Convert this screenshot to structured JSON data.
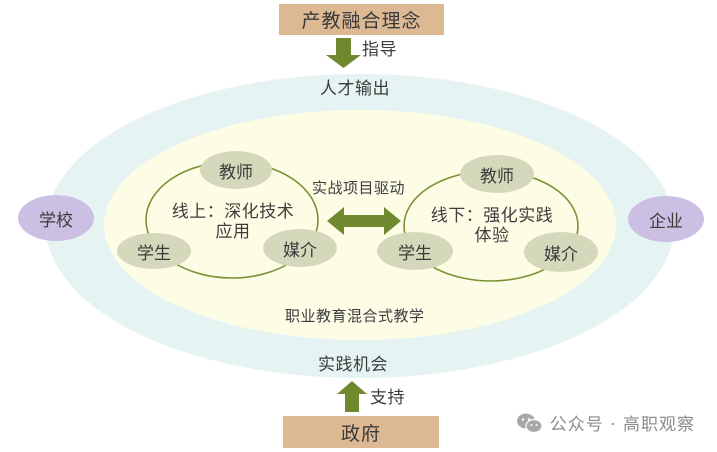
{
  "colors": {
    "outer_ellipse": "#e5f4f2",
    "inner_ellipse": "#fdfde6",
    "box_fill": "#dcb893",
    "arrow_green": "#6f8a2e",
    "circle_stroke": "#7b9136",
    "node_fill": "#d6d8bc",
    "side_node_fill": "#cbc0e3"
  },
  "top_box": {
    "label": "产教融合理念"
  },
  "top_arrow": {
    "label": "指导",
    "icon": "arrow-down-icon"
  },
  "outer_ring": {
    "top_label": "人才输出",
    "bottom_label": "实践机会"
  },
  "inner_ring": {
    "bottom_label": "职业教育混合式教学"
  },
  "side_nodes": {
    "left": "学校",
    "right": "企业"
  },
  "middle_link": {
    "label": "实战项目驱动",
    "icon": "double-arrow-icon"
  },
  "online_cycle": {
    "title_line1": "线上：深化技术",
    "title_line2": "应用",
    "nodes": {
      "top": "教师",
      "left": "学生",
      "right": "媒介"
    }
  },
  "offline_cycle": {
    "title_line1": "线下：强化实践",
    "title_line2": "体验",
    "nodes": {
      "top": "教师",
      "left": "学生",
      "right": "媒介"
    }
  },
  "bottom_arrow": {
    "label": "支持",
    "icon": "arrow-up-icon"
  },
  "bottom_box": {
    "label": "政府"
  },
  "watermark": {
    "icon": "wechat-icon",
    "text": "公众号 · 高职观察"
  }
}
